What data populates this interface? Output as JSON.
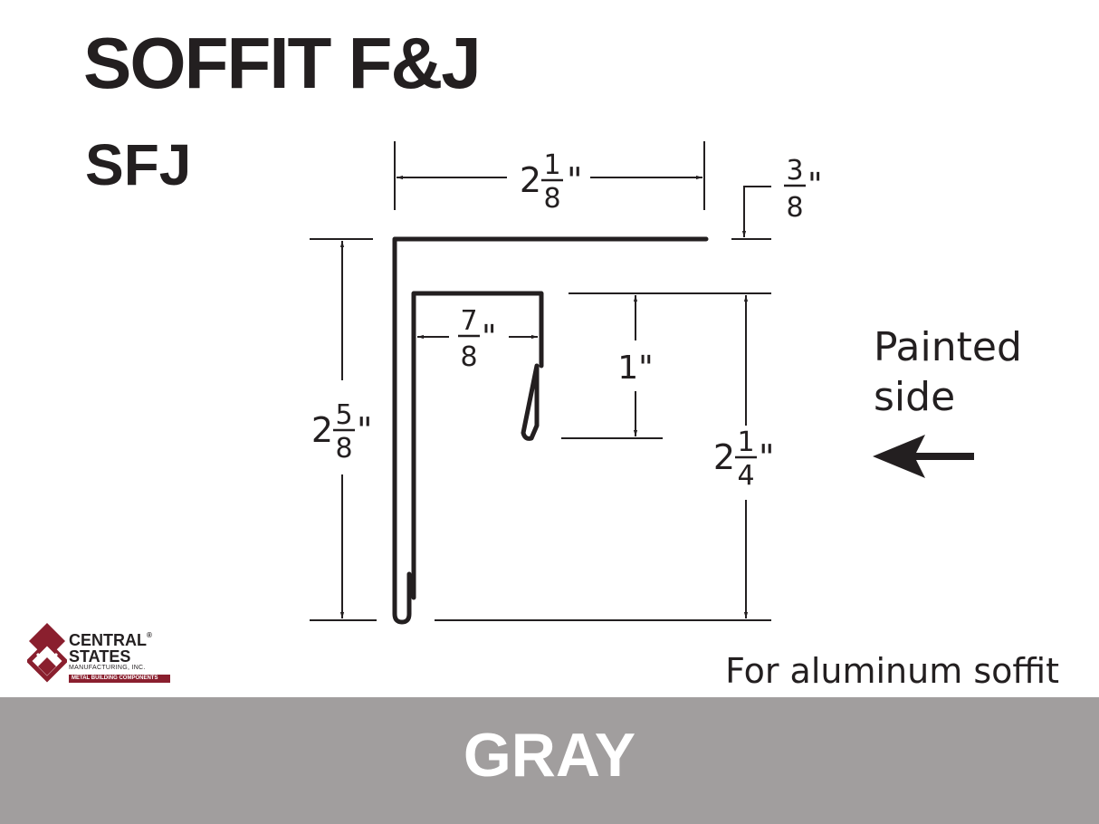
{
  "product": {
    "title": "SOFFIT F&J",
    "code": "SFJ"
  },
  "dimensions": {
    "top_width": {
      "whole": "2",
      "num": "1",
      "den": "8",
      "unit": "\""
    },
    "top_lip": {
      "whole": "",
      "num": "3",
      "den": "8",
      "unit": "\""
    },
    "overall_height": {
      "whole": "2",
      "num": "5",
      "den": "8",
      "unit": "\""
    },
    "inner_width": {
      "whole": "",
      "num": "7",
      "den": "8",
      "unit": "\""
    },
    "hem_depth": {
      "text": "1\""
    },
    "receiver_height": {
      "whole": "2",
      "num": "1",
      "den": "4",
      "unit": "\""
    }
  },
  "painted_side": {
    "line1": "Painted",
    "line2": "side"
  },
  "note": "For aluminum soffit",
  "logo": {
    "line1": "CENTRAL",
    "registered": "®",
    "line2": "STATES",
    "line3": "MANUFACTURING, INC.",
    "tagline": "METAL BUILDING COMPONENTS",
    "colors": {
      "maroon": "#8a1f2e",
      "ink": "#231f20"
    }
  },
  "color_banner": {
    "label": "GRAY",
    "swatch": "#a19e9e"
  }
}
